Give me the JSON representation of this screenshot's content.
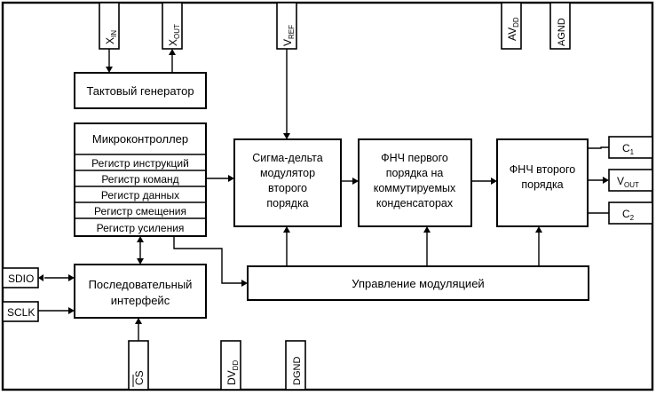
{
  "blocks": {
    "clock_generator": "Тактовый генератор",
    "microcontroller": {
      "title": "Микроконтроллер",
      "registers": [
        "Регистр инструкций",
        "Регистр команд",
        "Регистр данных",
        "Регистр смещения",
        "Регистр усиления"
      ]
    },
    "sigma_delta": [
      "Сигма-дельта",
      "модулятор",
      "второго",
      "порядка"
    ],
    "lpf1": [
      "ФНЧ первого",
      "порядка на",
      "коммутируемых",
      "конденсаторах"
    ],
    "lpf2": [
      "ФНЧ второго",
      "порядка"
    ],
    "serial_interface": [
      "Последовательный",
      "интерфейс"
    ],
    "modulation_control": "Управление модуляцией"
  },
  "pins": {
    "xin": {
      "main": "X",
      "sub": "IN"
    },
    "xout": {
      "main": "X",
      "sub": "OUT"
    },
    "vref": {
      "main": "V",
      "sub": "REF"
    },
    "avdd": {
      "main": "AV",
      "sub": "DD"
    },
    "agnd": {
      "main": "AGND",
      "sub": ""
    },
    "sdio": "SDIO",
    "sclk": "SCLK",
    "cs": "CS",
    "dvdd": {
      "main": "DV",
      "sub": "DD"
    },
    "dgnd": {
      "main": "DGND",
      "sub": ""
    },
    "c1": {
      "main": "C",
      "sub": "1"
    },
    "vout": {
      "main": "V",
      "sub": "OUT"
    },
    "c2": {
      "main": "C",
      "sub": "2"
    }
  }
}
